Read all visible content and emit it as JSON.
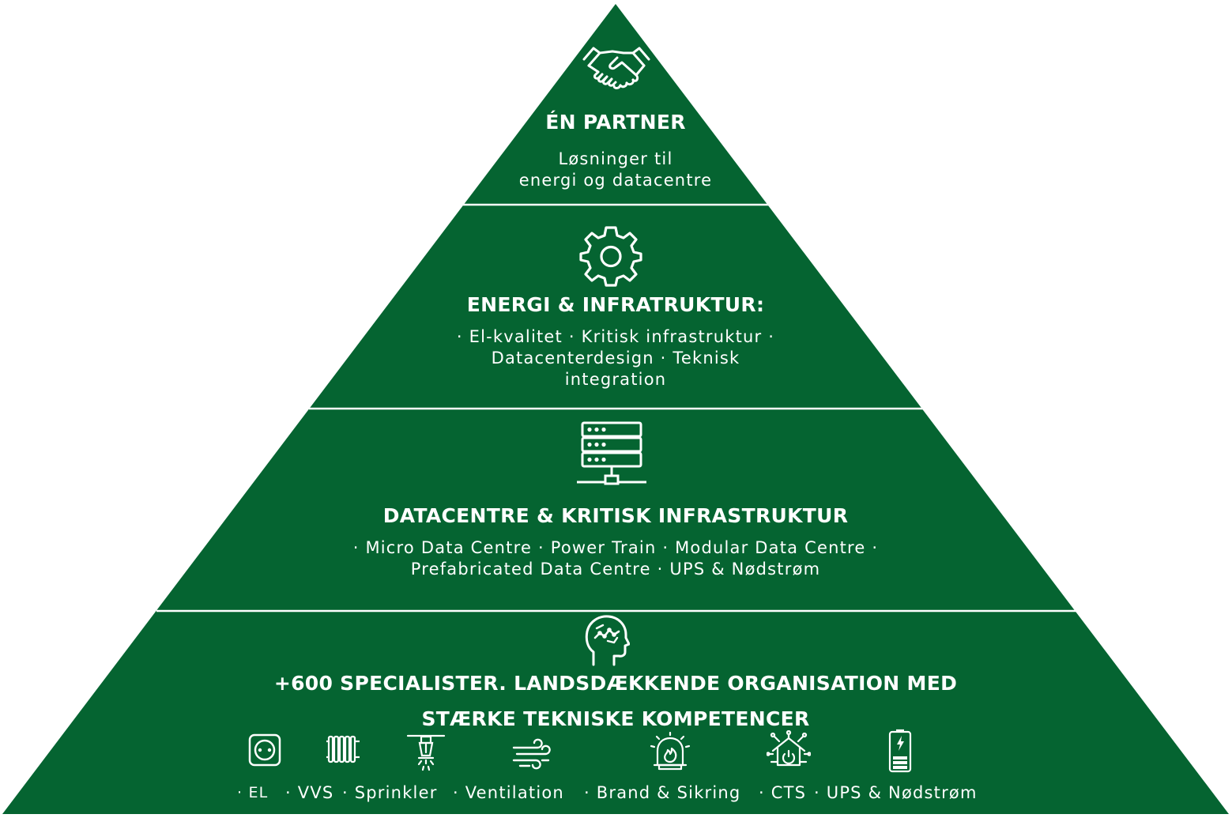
{
  "colors": {
    "layer_fill": "#056431",
    "separator": "#ffffff",
    "text": "#ffffff"
  },
  "layers": [
    {
      "icon": "handshake-icon",
      "title": "ÉN PARTNER",
      "lines": [
        "Løsninger til",
        "energi og datacentre"
      ]
    },
    {
      "icon": "gear-icon",
      "title": "ENERGI & INFRATRUKTUR:",
      "lines": [
        "· El-kvalitet · Kritisk infrastruktur ·",
        "Datacenterdesign · Teknisk",
        "integration"
      ]
    },
    {
      "icon": "server-icon",
      "title": "DATACENTRE & KRITISK INFRASTRUKTUR",
      "lines": [
        "· Micro Data Centre · Power Train · Modular Data Centre ·",
        "Prefabricated Data Centre · UPS & Nødstrøm"
      ]
    },
    {
      "icon": "head-brain-icon",
      "title_lines": [
        "+600 SPECIALISTER. LANDSDÆKKENDE ORGANISATION MED",
        "STÆRKE TEKNISKE KOMPETENCER"
      ],
      "services": [
        {
          "icon": "power-socket-icon",
          "label": "· EL"
        },
        {
          "icon": "radiator-icon",
          "label": "· VVS"
        },
        {
          "icon": "sprinkler-icon",
          "label": "· Sprinkler"
        },
        {
          "icon": "wind-icon",
          "label": "· Ventilation"
        },
        {
          "icon": "fire-alarm-icon",
          "label": "· Brand & Sikring"
        },
        {
          "icon": "smart-home-icon",
          "label": "· CTS"
        },
        {
          "icon": "battery-icon",
          "label": "· UPS & Nødstrøm"
        }
      ]
    }
  ]
}
